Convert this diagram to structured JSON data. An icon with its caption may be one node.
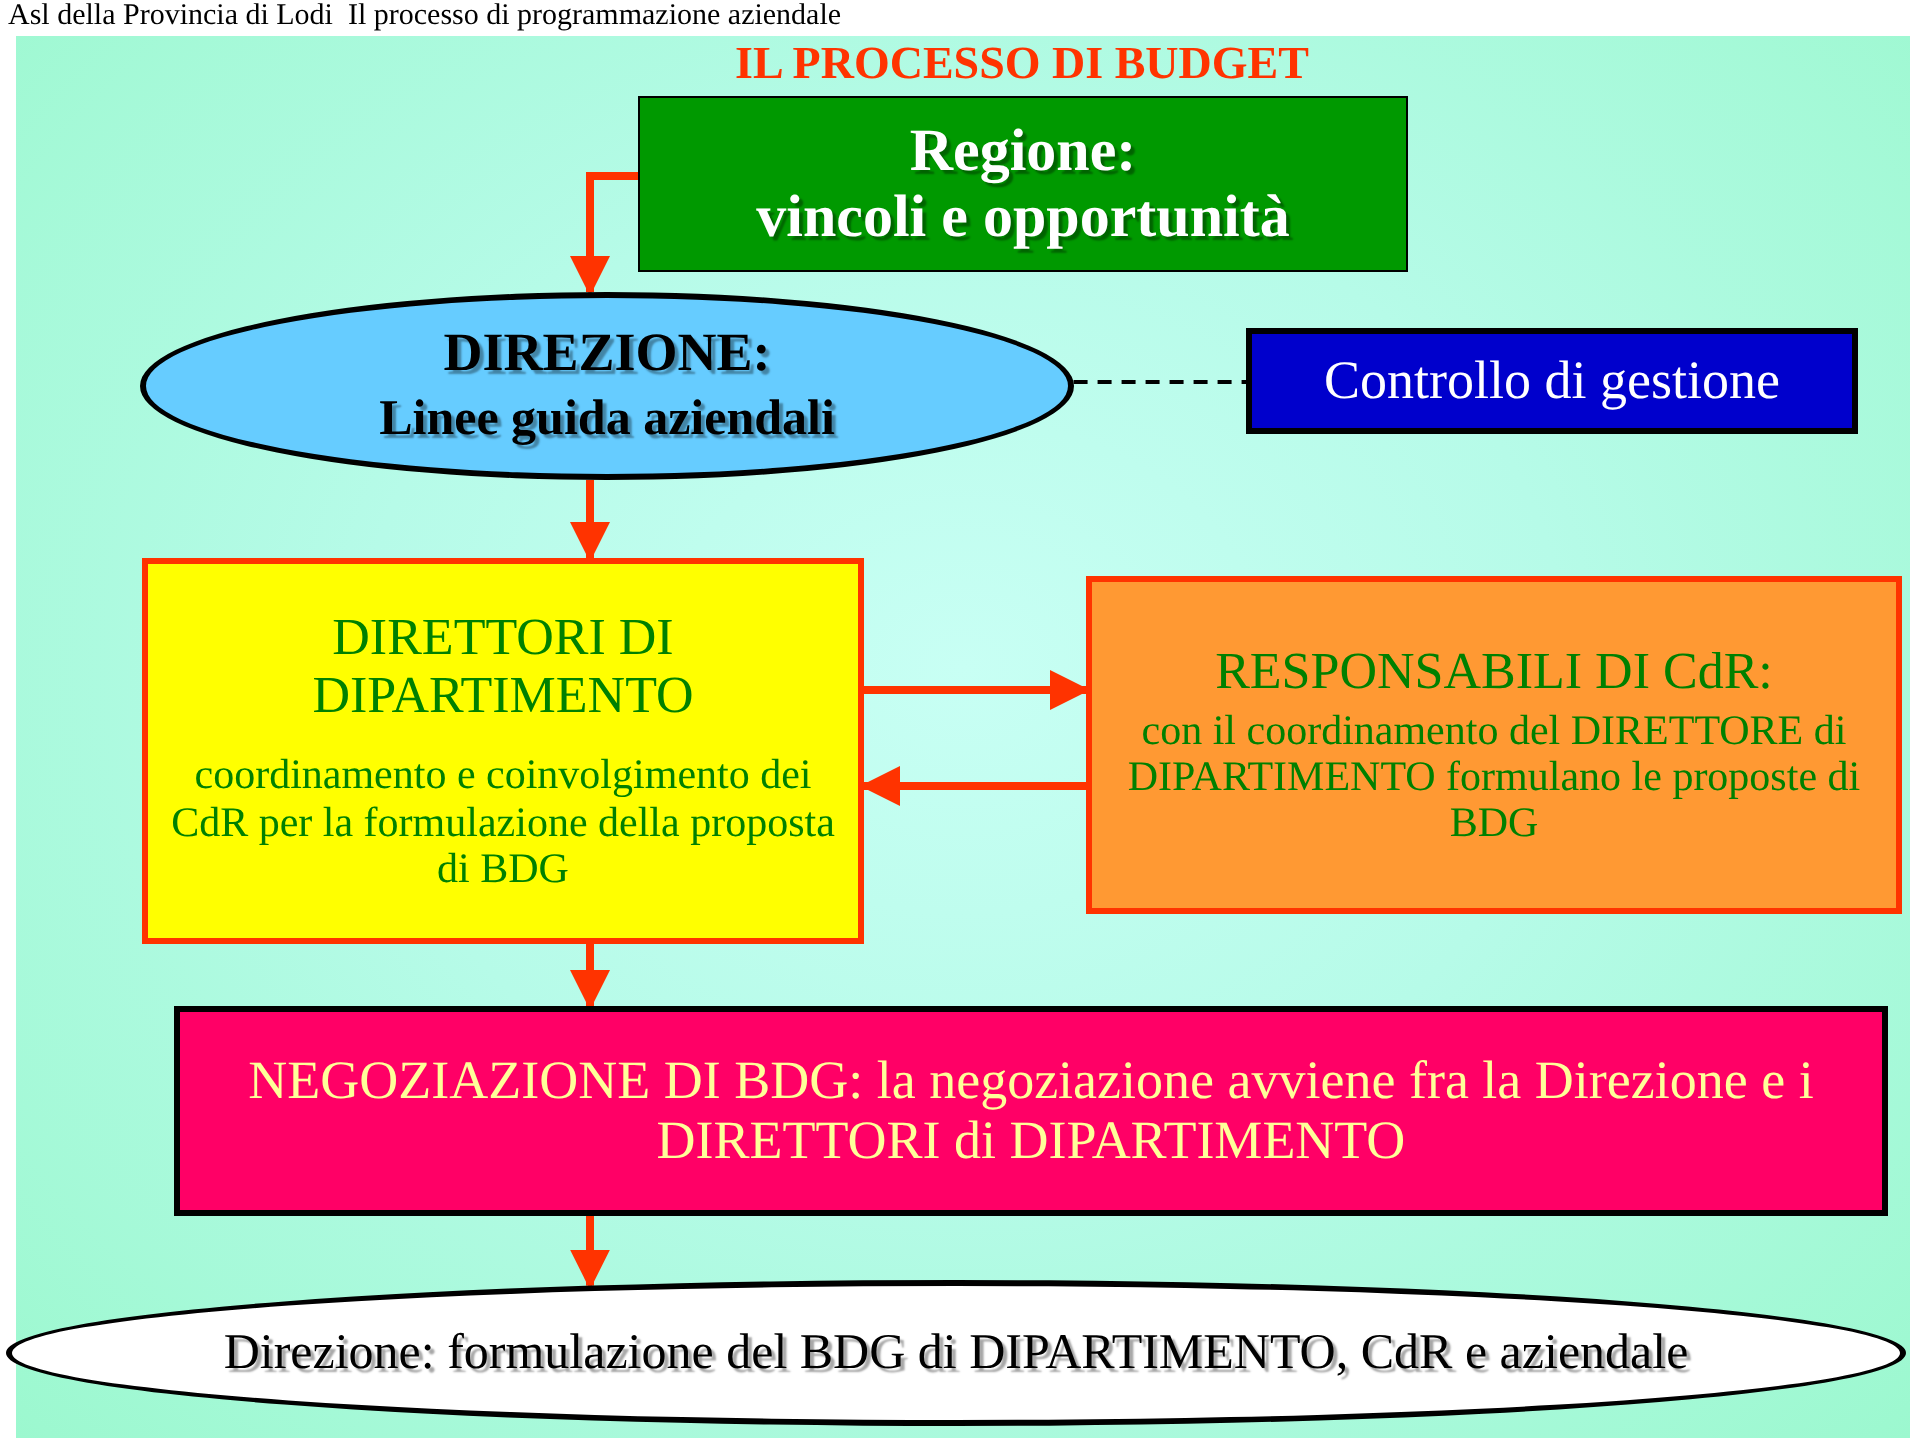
{
  "diagram": {
    "title": "IL PROCESSO DI BUDGET",
    "nodes": [
      {
        "text": [
          "Regione:",
          "vincoli e opportunità"
        ]
      },
      {
        "text": [
          "DIREZIONE:",
          "Linee guida aziendali"
        ]
      },
      {
        "text": [
          "Controllo di gestione"
        ]
      },
      {
        "text": [
          "DIRETTORI DI DIPARTIMENTO",
          "coordinamento e coinvolgimento dei CdR per la formulazione della proposta di BDG"
        ]
      },
      {
        "text": [
          "RESPONSABILI DI CdR:",
          "con il coordinamento del DIRETTORE di DIPARTIMENTO formulano le proposte di BDG"
        ]
      },
      {
        "text": [
          "NEGOZIAZIONE DI BDG: la negoziazione avviene fra la Direzione e i DIRETTORI di DIPARTIMENTO"
        ]
      },
      {
        "text": [
          "Direzione: formulazione del BDG di DIPARTIMENTO, CdR e aziendale"
        ]
      }
    ],
    "edges": [
      {
        "from": 0,
        "to": 1,
        "arrow": "to"
      },
      {
        "from": 1,
        "to": 2,
        "arrow": "none",
        "style": "dashed",
        "color": "#000000"
      },
      {
        "from": 1,
        "to": 3,
        "arrow": "to"
      },
      {
        "from": 3,
        "to": 4,
        "arrow": "to"
      },
      {
        "from": 4,
        "to": 3,
        "arrow": "to"
      },
      {
        "from": 3,
        "to": 5,
        "arrow": "to"
      },
      {
        "from": 5,
        "to": 6,
        "arrow": "to"
      }
    ],
    "labels": [
      "Asl della Provincia di Lodi  Il processo di programmazione aziendale"
    ]
  }
}
